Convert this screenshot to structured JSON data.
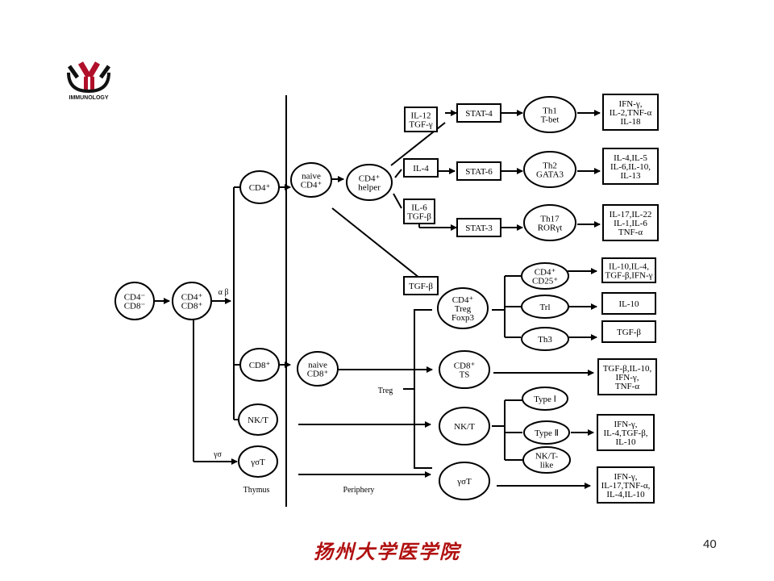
{
  "logo": {
    "text": "IMMUNOLOGY",
    "icon": "antibody-icon",
    "colors": {
      "heavy": "#b0102a",
      "light": "#111111"
    }
  },
  "regions": {
    "thymus": "Thymus",
    "periphery": "Periphery"
  },
  "cells": {
    "dn": [
      "CD4⁻",
      "CD8⁻"
    ],
    "dp": [
      "CD4⁺",
      "CD8⁺"
    ],
    "cd4_sp": [
      "CD4⁺"
    ],
    "cd8_sp": [
      "CD8⁺"
    ],
    "nkt_thymus": [
      "NK/T"
    ],
    "gdt_thymus": [
      "γσT"
    ],
    "naive_cd4": [
      "naive",
      "CD4⁺"
    ],
    "naive_cd8": [
      "naive",
      "CD8⁺"
    ],
    "cd4_helper": [
      "CD4⁺",
      "helper"
    ],
    "th1": [
      "Th1",
      "T-bet"
    ],
    "th2": [
      "Th2",
      "GATA3"
    ],
    "th17": [
      "Th17",
      "RORγt"
    ],
    "treg": [
      "CD4⁺",
      "Treg",
      "Foxp3"
    ],
    "cd8_ts": [
      "CD8⁺",
      "TS"
    ],
    "nkt_periphery": [
      "NK/T"
    ],
    "gdt_periphery": [
      "γσT"
    ],
    "cd4_cd25": [
      "CD4⁺",
      "CD25⁺"
    ],
    "tr1": [
      "Trl"
    ],
    "th3": [
      "Th3"
    ],
    "type1": [
      "Type Ⅰ"
    ],
    "type2": [
      "Type Ⅱ"
    ],
    "nkt_like": [
      "NK/T-",
      "like"
    ]
  },
  "cytokine_inputs": {
    "il12": [
      "IL-12",
      "TGF-γ"
    ],
    "il4": [
      "IL-4"
    ],
    "il6": [
      "IL-6",
      "TGF-β"
    ],
    "tgfb": [
      "TGF-β"
    ]
  },
  "transcription_factors": {
    "stat4": "STAT-4",
    "stat6": "STAT-6",
    "stat3": "STAT-3"
  },
  "outputs": {
    "th1": [
      "IFN-γ,",
      "IL-2,TNF-α",
      "IL-18"
    ],
    "th2": [
      "IL-4,IL-5",
      "IL-6,IL-10,",
      "IL-13"
    ],
    "th17": [
      "IL-17,IL-22",
      "IL-1,IL-6",
      "TNF-α"
    ],
    "cd25": [
      "IL-10,IL-4,",
      "TGF-β,IFN-γ"
    ],
    "tr1": [
      "IL-10"
    ],
    "th3": [
      "TGF-β"
    ],
    "ts": [
      "TGF-β,IL-10,",
      "IFN-γ,",
      "TNF-α"
    ],
    "type2": [
      "IFN-γ,",
      "IL-4,TGF-β,",
      "IL-10"
    ],
    "gdt": [
      "IFN-γ,",
      "IL-17,TNF-α,",
      "IL-4,IL-10"
    ]
  },
  "labels": {
    "alpha_beta": "α β",
    "gamma_delta": "γσ",
    "treg_group": "Treg"
  },
  "footer": {
    "school": "扬州大学医学院",
    "page_number": "40"
  }
}
